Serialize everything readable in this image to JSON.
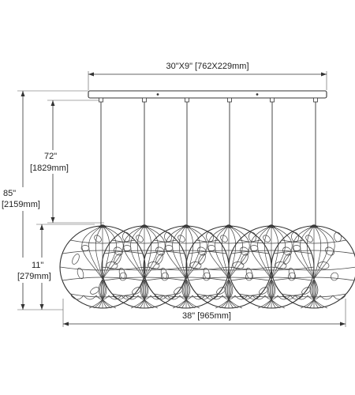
{
  "dimensions": {
    "canopy_label": "30\"X9\" [762X229mm]",
    "overall_height_in": "85\"",
    "overall_height_mm": "[2159mm]",
    "cord_length_in": "72\"",
    "cord_length_mm": "[1829mm]",
    "shade_height_in": "11\"",
    "shade_height_mm": "[279mm]",
    "overall_width_label": "38\" [965mm]"
  },
  "fixture": {
    "pendant_count": 6,
    "line_color": "#333333",
    "background": "#ffffff"
  }
}
